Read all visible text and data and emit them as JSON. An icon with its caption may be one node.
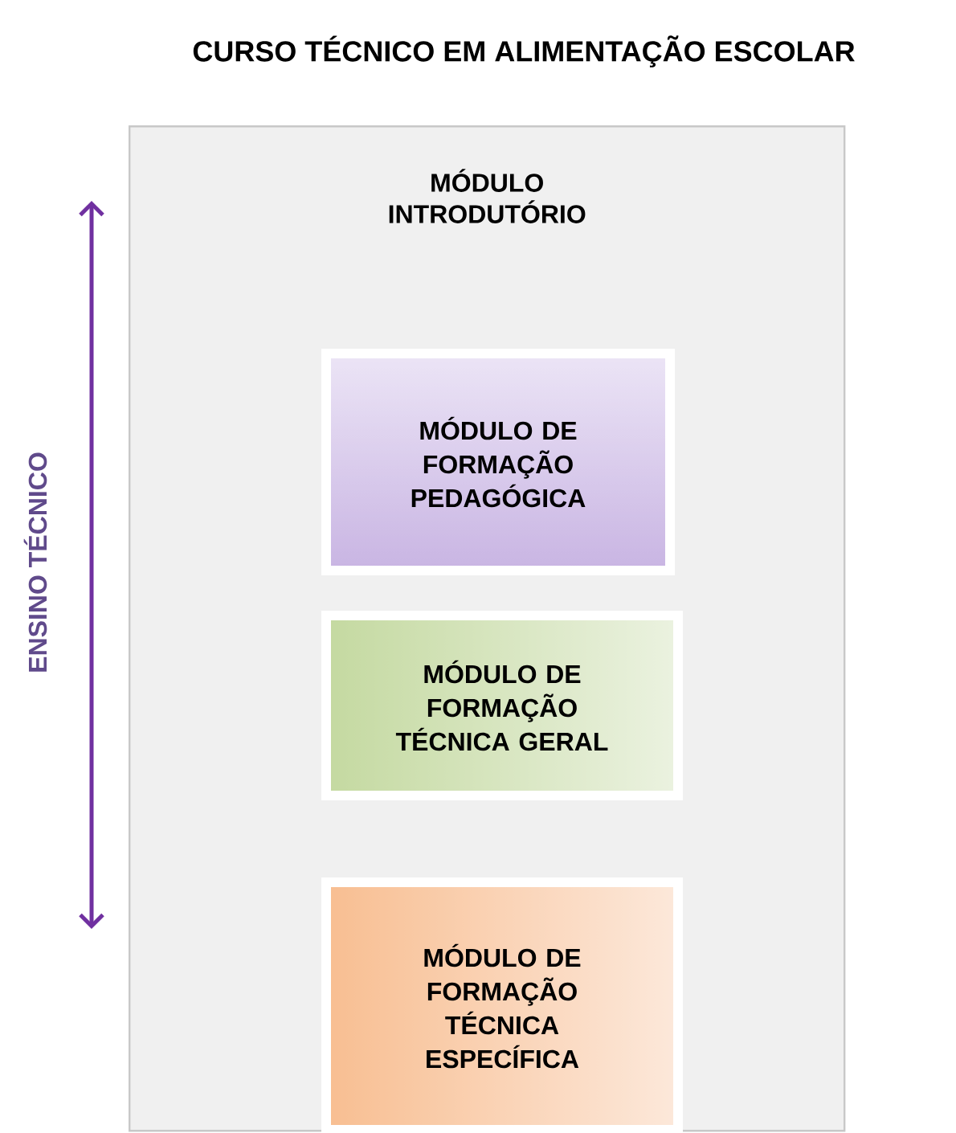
{
  "diagram": {
    "title": "CURSO TÉCNICO EM ALIMENTAÇÃO ESCOLAR",
    "nodes": [
      {
        "text": [
          "MÓDULO INTRODUTÓRIO"
        ]
      },
      {
        "text": [
          "MÓDULO DE FORMAÇÃO PEDAGÓGICA"
        ],
        "in": 0
      },
      {
        "text": [
          "MÓDULO DE FORMAÇÃO TÉCNICA GERAL"
        ],
        "in": 0
      },
      {
        "text": [
          "MÓDULO DE FORMAÇÃO TÉCNICA ESPECÍFICA"
        ],
        "in": 0
      }
    ],
    "labels": [
      "ENSINO TÉCNICO"
    ]
  }
}
